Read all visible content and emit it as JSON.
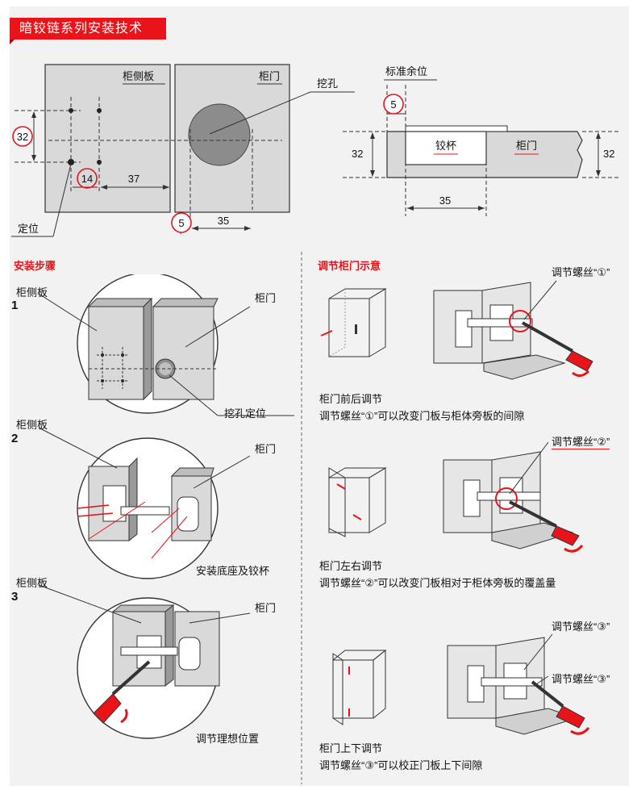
{
  "header": {
    "title": "暗铰链系列安装技术"
  },
  "top_diagram": {
    "panel_side_label": "柜侧板",
    "panel_door_label": "柜门",
    "hole_label": "挖孔",
    "locate_label": "定位",
    "dim_32": "32",
    "dim_14": "14",
    "dim_37": "37",
    "dim_5": "5",
    "dim_35": "35"
  },
  "section_diagram": {
    "standard_margin_label": "标准余位",
    "cup_label": "铰杯",
    "door_label": "柜门",
    "dim_5": "5",
    "dim_32_left": "32",
    "dim_32_right": "32",
    "dim_35": "35"
  },
  "install_steps": {
    "title": "安装步骤",
    "step1": {
      "num": "1",
      "side_label": "柜侧板",
      "door_label": "柜门",
      "caption": "挖孔定位"
    },
    "step2": {
      "num": "2",
      "side_label": "柜侧板",
      "door_label": "柜门",
      "caption": "安装底座及铰杯"
    },
    "step3": {
      "num": "3",
      "side_label": "柜侧板",
      "door_label": "柜门",
      "caption": "调节理想位置"
    }
  },
  "adjust": {
    "title": "调节柜门示意",
    "items": [
      {
        "screw_label": "调节螺丝“①”",
        "caption": "柜门前后调节",
        "desc": "调节螺丝“①”可以改变门板与柜体旁板的间隙"
      },
      {
        "screw_label": "调节螺丝“②”",
        "caption": "柜门左右调节",
        "desc": "调节螺丝“②”可以改变门板相对于柜体旁板的覆盖量"
      },
      {
        "screw_label": "调节螺丝“③”",
        "screw_label_2": "调节螺丝“③”",
        "caption": "柜门上下调节",
        "desc": "调节螺丝“③”可以校正门板上下间隙"
      }
    ]
  },
  "colors": {
    "accent": "#e8141a",
    "panel": "#d9d9d9",
    "background": "#f2f2f2"
  }
}
